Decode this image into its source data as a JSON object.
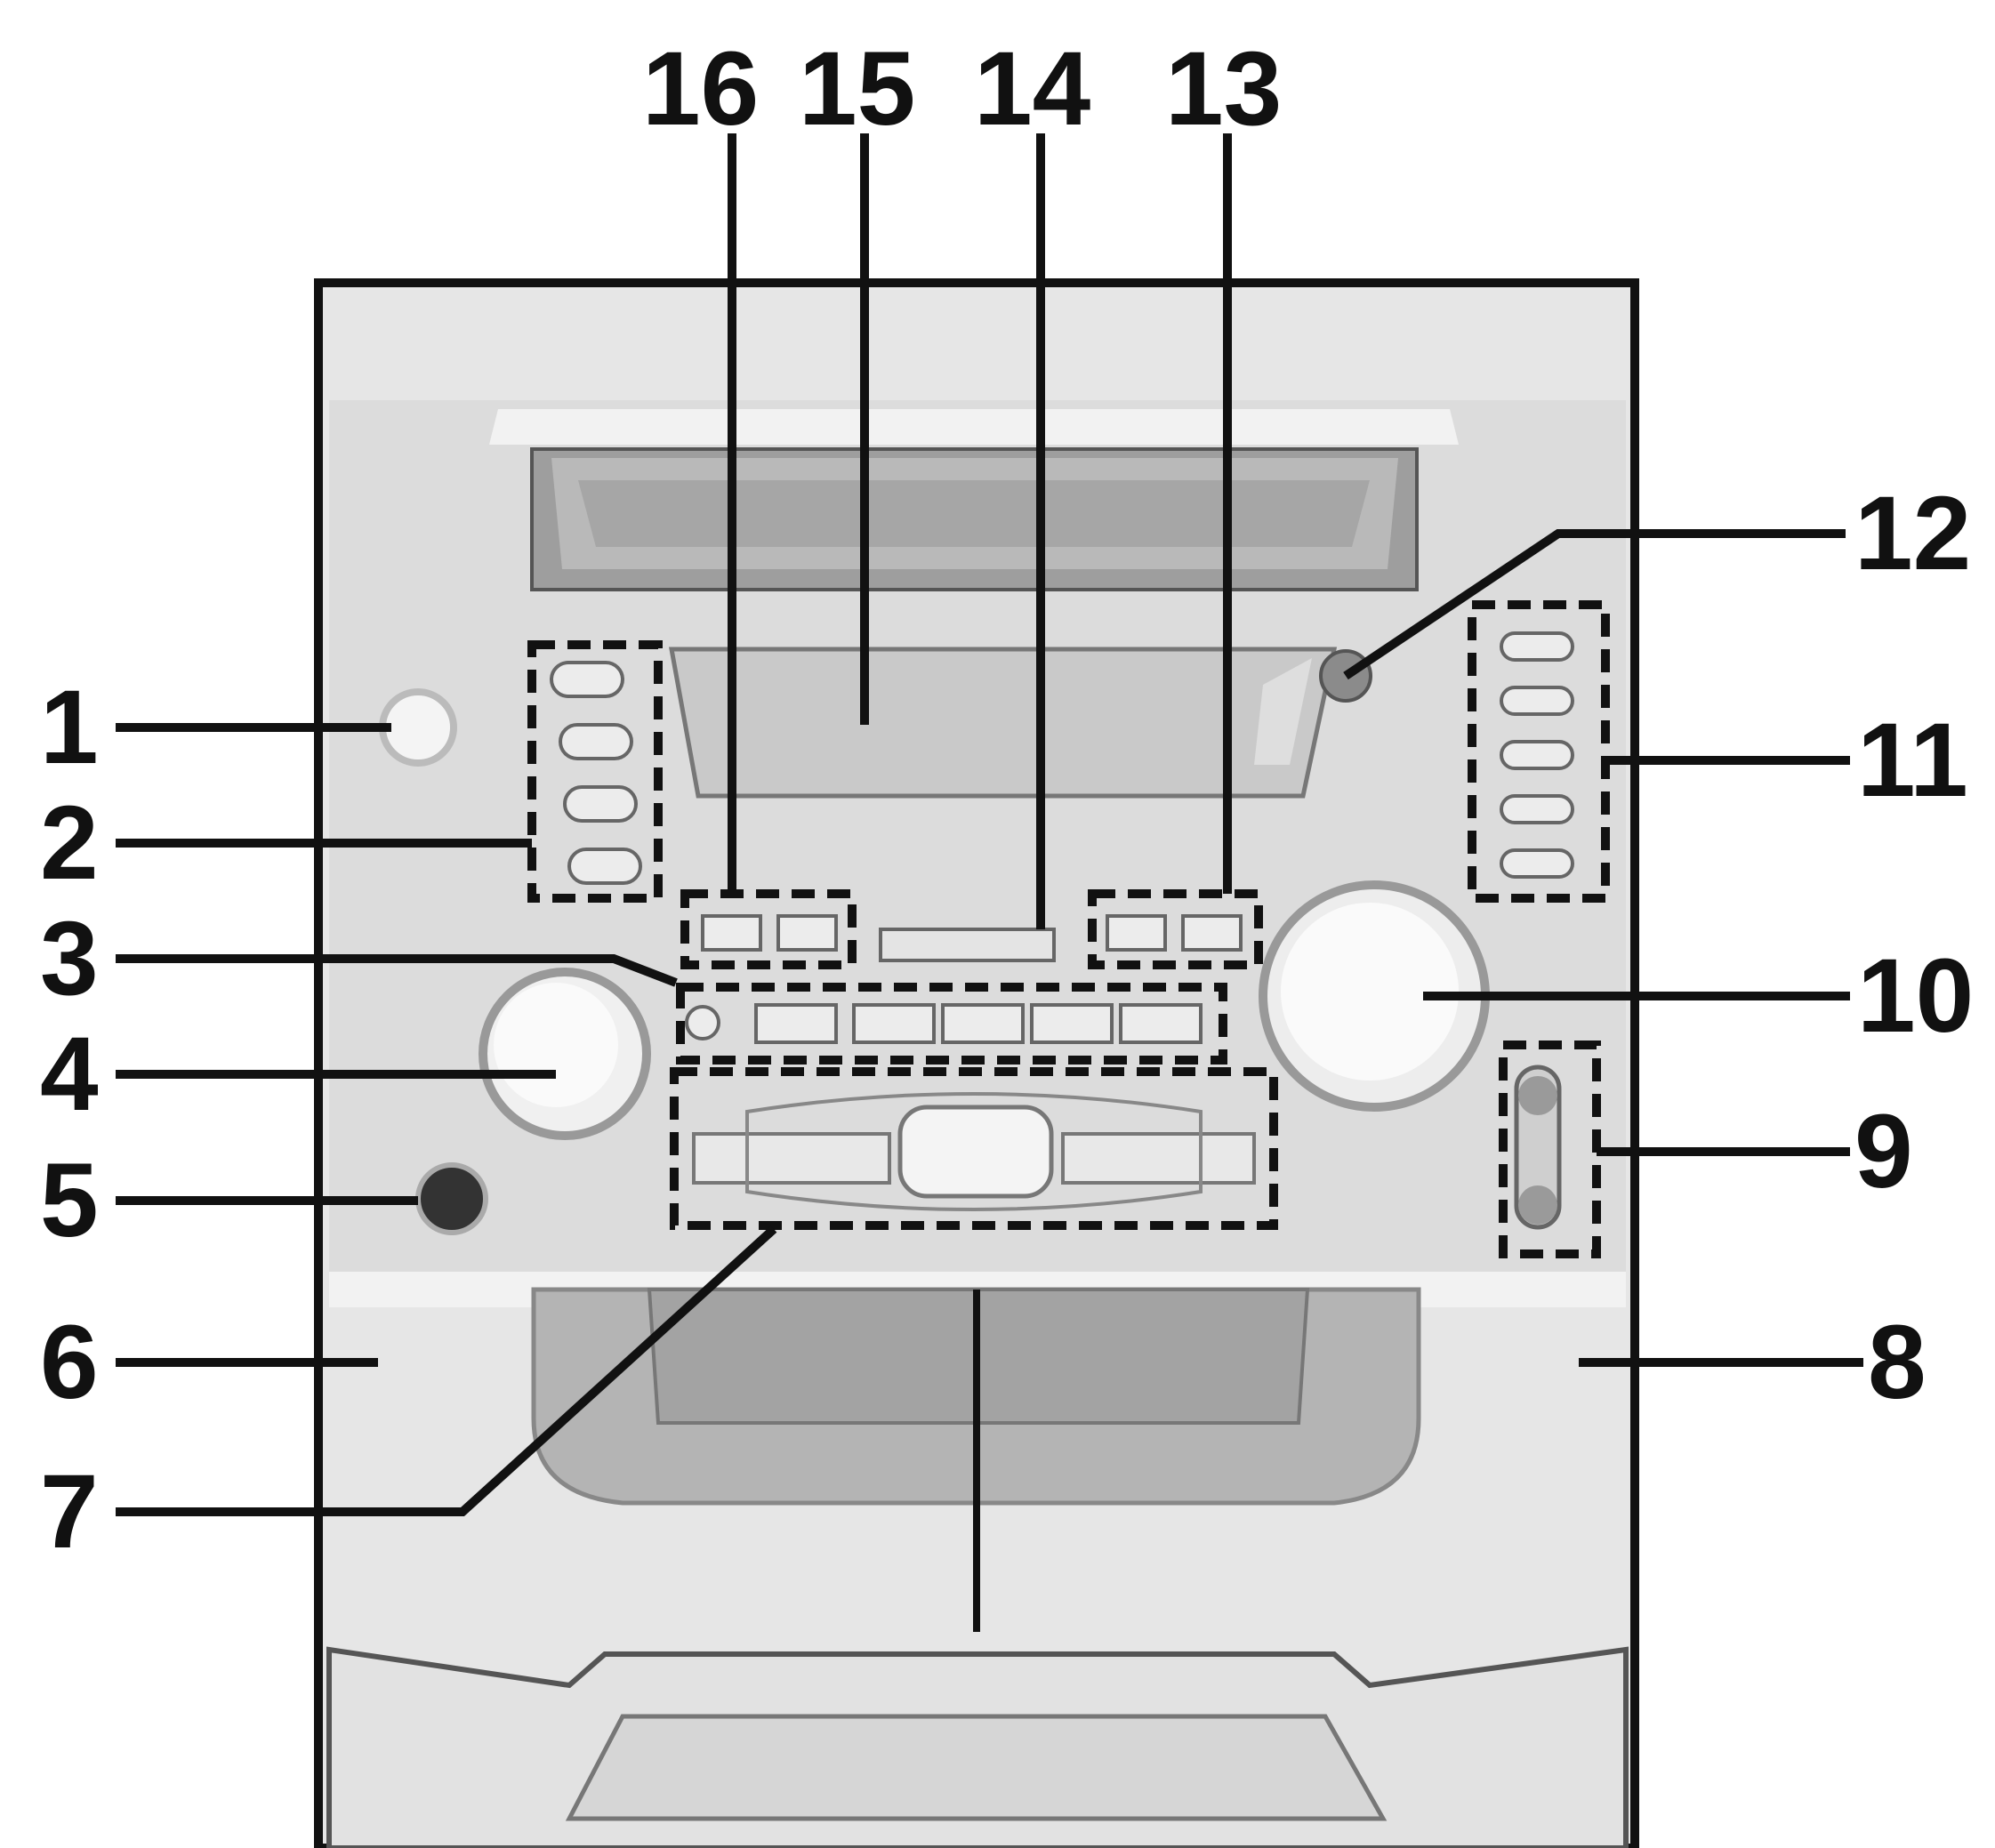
{
  "diagram": {
    "subject": "mini hi-fi component system front panel",
    "callouts": [
      {
        "id": "c1",
        "label": "1"
      },
      {
        "id": "c2",
        "label": "2"
      },
      {
        "id": "c3",
        "label": "3"
      },
      {
        "id": "c4",
        "label": "4"
      },
      {
        "id": "c5",
        "label": "5"
      },
      {
        "id": "c6",
        "label": "6"
      },
      {
        "id": "c7",
        "label": "7"
      },
      {
        "id": "c8",
        "label": "8"
      },
      {
        "id": "c9",
        "label": "9"
      },
      {
        "id": "c10",
        "label": "10"
      },
      {
        "id": "c11",
        "label": "11"
      },
      {
        "id": "c12",
        "label": "12"
      },
      {
        "id": "c13",
        "label": "13"
      },
      {
        "id": "c14",
        "label": "14"
      },
      {
        "id": "c15",
        "label": "15"
      },
      {
        "id": "c16",
        "label": "16"
      }
    ]
  },
  "colors": {
    "ink": "#111111",
    "body": "#e4e4e4",
    "panel": "#d2d2d2",
    "dark_panel": "#a9a9a9",
    "knob": "#efefef"
  }
}
